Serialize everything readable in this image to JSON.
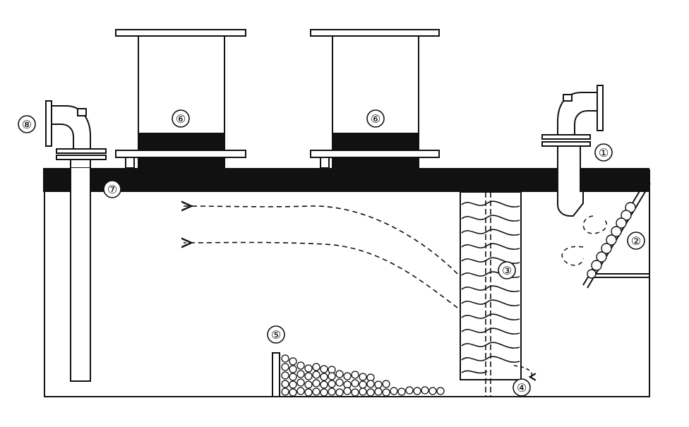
{
  "diagram": {
    "background": "#ffffff",
    "ink": "#111111",
    "callouts": [
      {
        "id": "c1",
        "label": "①"
      },
      {
        "id": "c2",
        "label": "②"
      },
      {
        "id": "c3",
        "label": "③"
      },
      {
        "id": "c4",
        "label": "④"
      },
      {
        "id": "c5",
        "label": "⑤"
      },
      {
        "id": "c6a",
        "label": "⑥"
      },
      {
        "id": "c6b",
        "label": "⑥"
      },
      {
        "id": "c7",
        "label": "⑦"
      },
      {
        "id": "c8",
        "label": "⑧"
      }
    ]
  }
}
